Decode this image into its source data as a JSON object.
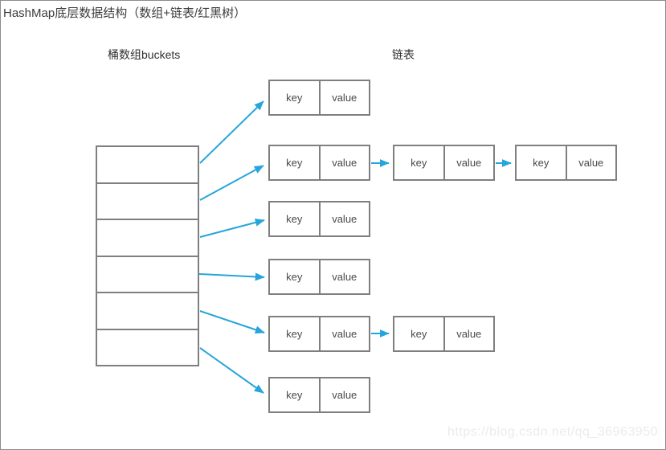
{
  "page": {
    "title": "HashMap底层数据结构（数组+链表/红黑树）",
    "watermark": "https://blog.csdn.net/qq_36963950"
  },
  "labels": {
    "buckets": "桶数组buckets",
    "linked_list": "链表"
  },
  "node_labels": {
    "key": "key",
    "value": "value"
  },
  "colors": {
    "arrow": "#25a5db",
    "box_border": "#7f7f7f",
    "text": "#4a4a4a",
    "watermark": "#ebebeb"
  },
  "diagram": {
    "type": "hashmap-structure",
    "bucket_count": 6,
    "rows": [
      {
        "bucket_index": 0,
        "chain_length": 1
      },
      {
        "bucket_index": 1,
        "chain_length": 3
      },
      {
        "bucket_index": 2,
        "chain_length": 1
      },
      {
        "bucket_index": 3,
        "chain_length": 1
      },
      {
        "bucket_index": 4,
        "chain_length": 2
      },
      {
        "bucket_index": 5,
        "chain_length": 1
      }
    ]
  }
}
